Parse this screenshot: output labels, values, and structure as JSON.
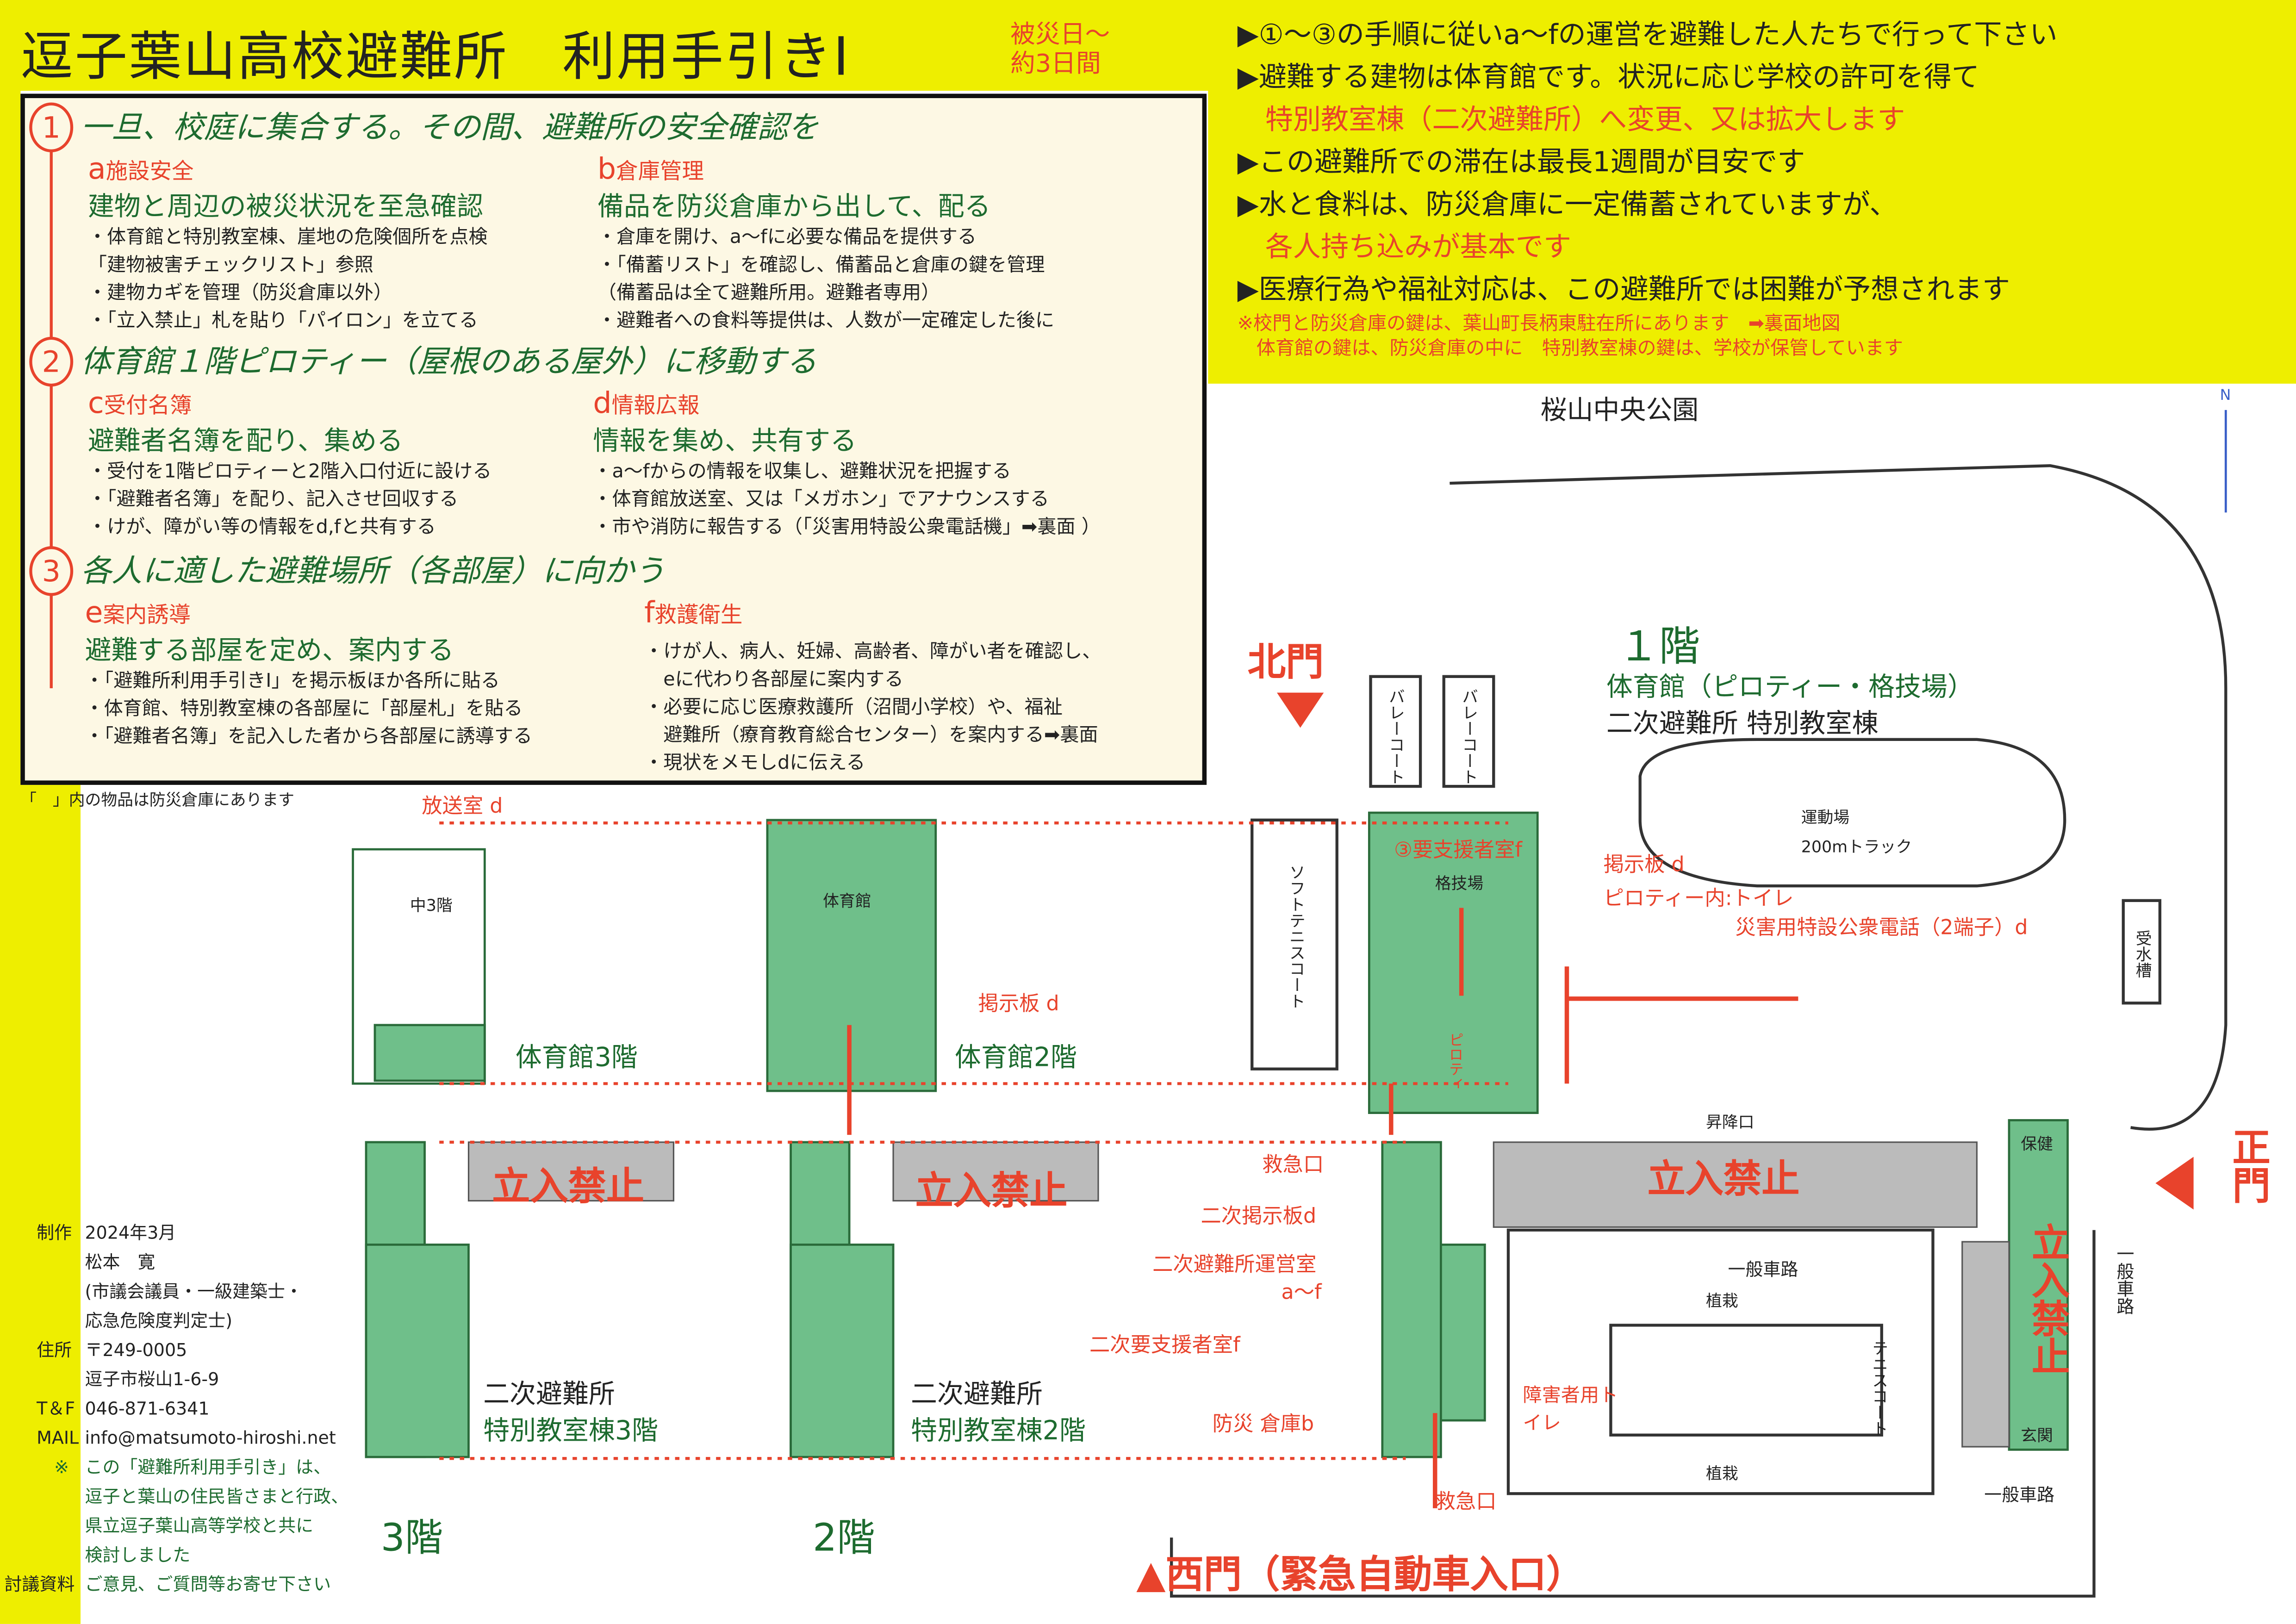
{
  "header": {
    "title": "逗子葉山高校避難所　利用手引きⅠ",
    "period_1": "被災日～",
    "period_2": "約3日間"
  },
  "steps": [
    {
      "num": "1",
      "title": "一旦、校庭に集合する。その間、避難所の安全確認を",
      "cols": [
        {
          "letter": "a",
          "cat": "施設安全",
          "head": "建物と周辺の被災状況を至急確認",
          "items": [
            "・体育館と特別教室棟、崖地の危険個所を点検",
            "「建物被害チェックリスト」参照",
            "・建物カギを管理（防災倉庫以外）",
            "・「立入禁止」札を貼り「パイロン」を立てる"
          ]
        },
        {
          "letter": "b",
          "cat": "倉庫管理",
          "head": "備品を防災倉庫から出して、配る",
          "items": [
            "・倉庫を開け、a～fに必要な備品を提供する",
            "・「備蓄リスト」を確認し、備蓄品と倉庫の鍵を管理",
            "（備蓄品は全て避難所用。避難者専用）",
            "・避難者への食料等提供は、人数が一定確定した後に"
          ]
        }
      ]
    },
    {
      "num": "2",
      "title": "体育館１階ピロティー（屋根のある屋外）に移動する",
      "cols": [
        {
          "letter": "c",
          "cat": "受付名簿",
          "head": "避難者名簿を配り、集める",
          "items": [
            "・受付を1階ピロティーと2階入口付近に設ける",
            "・「避難者名簿」を配り、記入させ回収する",
            "・けが、障がい等の情報をd,fと共有する"
          ]
        },
        {
          "letter": "d",
          "cat": "情報広報",
          "head": "情報を集め、共有する",
          "items": [
            "・a～fからの情報を収集し、避難状況を把握する",
            "・体育館放送室、又は「メガホン」でアナウンスする",
            "・市や消防に報告する（「災害用特設公衆電話機」➡裏面 ）"
          ]
        }
      ]
    },
    {
      "num": "3",
      "title": "各人に適した避難場所（各部屋）に向かう",
      "cols": [
        {
          "letter": "e",
          "cat": "案内誘導",
          "head": "避難する部屋を定め、案内する",
          "items": [
            "・「避難所利用手引きⅠ」を掲示板ほか各所に貼る",
            "・体育館、特別教室棟の各部屋に「部屋札」を貼る",
            "・「避難者名簿」を記入した者から各部屋に誘導する"
          ]
        },
        {
          "letter": "f",
          "cat": "救護衛生",
          "head": "",
          "items": [
            "・けが人、病人、妊婦、高齢者、障がい者を確認し、",
            "　eに代わり各部屋に案内する",
            "・必要に応じ医療救護所（沼間小学校）や、福祉",
            "　避難所（療育教育総合センター）を案内する➡裏面",
            "・現状をメモしdに伝える"
          ]
        }
      ]
    }
  ],
  "box_note": "「　」内の物品は防災倉庫にあります",
  "rules": [
    "▶①～③の手順に従いa～fの運営を避難した人たちで行って下さい",
    "▶避難する建物は体育館です。状況に応じ学校の許可を得て",
    "　特別教室棟（二次避難所）へ変更、又は拡大します",
    "▶この避難所での滞在は最長1週間が目安です",
    "▶水と食料は、防災倉庫に一定備蓄されていますが、",
    "　各人持ち込みが基本です",
    "▶医療行為や福祉対応は、この避難所では困難が予想されます"
  ],
  "notes": [
    "※校門と防災倉庫の鍵は、葉山町長柄東駐在所にあります　➡裏面地図",
    "　体育館の鍵は、防災倉庫の中に　特別教室棟の鍵は、学校が保管しています"
  ],
  "map": {
    "park": "桜山中央公園",
    "north": "N",
    "north_gate": "北門",
    "main_gate": "正門",
    "west_gate": "▲西門（緊急自動車入口）",
    "floor1": "１階",
    "gym": "体育館（ピロティー・格技場）",
    "annex": "二次避難所 特別教室棟",
    "volley": "バレーコート",
    "soft": "ソフトテニスコート",
    "field": "運動場",
    "track": "200mトラック",
    "water": "受水槽",
    "entrance": "昇降口",
    "health": "保健",
    "genkan": "玄関",
    "tennis": "テニスコート",
    "road1": "一般車路",
    "road2": "一般車路",
    "road3": "一般車路",
    "plant1": "植栽",
    "plant2": "植栽",
    "support": "③要支援者室f",
    "martial": "格技場",
    "board_d": "掲示板 d",
    "piloti_wc": "ピロティー内:トイレ",
    "phone": "災害用特設公衆電話（2端子）d",
    "piloti": "ピロティ",
    "kyukyu1": "救急口",
    "kyukyu2": "救急口",
    "board2": "二次掲示板d",
    "office": "二次避難所運営室",
    "af": "a～f",
    "support2": "二次要支援者室f",
    "storage": "防災 倉庫b",
    "wc": "障害者用トイレ",
    "broadcast": "放送室 d",
    "mezz": "中3階",
    "gym_in": "体育館",
    "board3": "掲示板 d",
    "gym3": "体育館3階",
    "gym2": "体育館2階",
    "annex3a": "二次避難所",
    "annex3b": "特別教室棟3階",
    "annex2a": "二次避難所",
    "annex2b": "特別教室棟2階",
    "floor3": "3階",
    "floor2": "2階",
    "no_entry": "立入禁止"
  },
  "credits": {
    "made_l": "制作",
    "made": "2024年3月",
    "author": "松本　寛",
    "role1": "(市議会議員・一級建築士・",
    "role2": " 応急危険度判定士)",
    "addr_l": "住所",
    "zip": "〒249-0005",
    "addr": "逗子市桜山1-6-9",
    "tel_l": "T＆F",
    "tel": "046-871-6341",
    "mail_l": "MAIL",
    "mail": "info@matsumoto-hiroshi.net",
    "mark": "※",
    "n1": "この「避難所利用手引き」は、",
    "n2": "逗子と葉山の住民皆さまと行政、",
    "n3": "県立逗子葉山高等学校と共に",
    "n4": "検討しました",
    "disc_l": "討議資料",
    "disc": "ご意見、ご質問等お寄せ下さい"
  },
  "colors": {
    "yellow": "#eeee00",
    "red": "#e8432c",
    "green": "#1d6b2f",
    "building": "#6fbf8a",
    "box": "#fdf8e4"
  }
}
